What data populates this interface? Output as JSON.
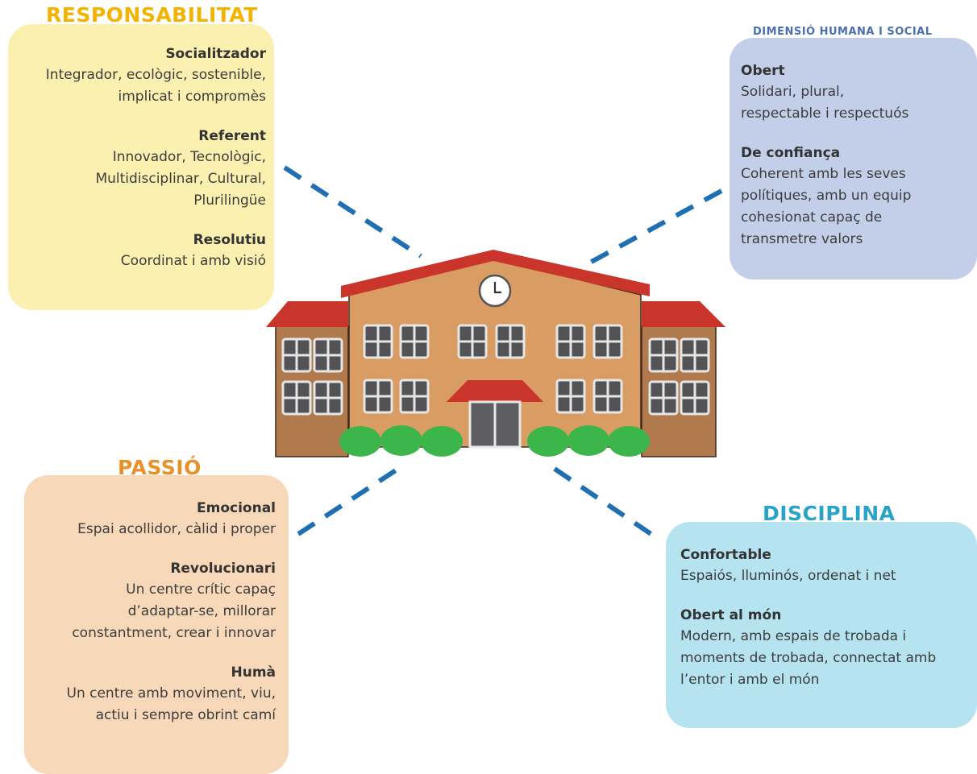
{
  "colors": {
    "responsabilitat_bg": "#fbf0b0",
    "responsabilitat_heading": "#f4b300",
    "dimensio_bg": "#c3cfe8",
    "dimensio_heading": "#4a6fb0",
    "passio_bg": "#f7d8b8",
    "passio_heading": "#e8902a",
    "disciplina_bg": "#b6e3f0",
    "disciplina_heading": "#2aa3c8",
    "connector": "#1f6fb2",
    "roof": "#c9352b",
    "wall": "#d99c62",
    "wing_wall": "#b07a4c",
    "window": "#535356",
    "bush": "#3cb54a",
    "door": "#5d5d62"
  },
  "icons": {
    "building": "school-building-icon",
    "clock": "clock-icon"
  },
  "responsabilitat": {
    "heading": "RESPONSABILITAT",
    "items": [
      {
        "title": "Socialitzador",
        "desc": "Integrador, ecològic, sostenible,\nimplicat i compromès"
      },
      {
        "title": "Referent",
        "desc": "Innovador, Tecnològic,\nMultidisciplinar, Cultural,\nPlurilingüe"
      },
      {
        "title": "Resolutiu",
        "desc": "Coordinat i amb visió"
      }
    ]
  },
  "dimensio": {
    "heading": "DIMENSIÓ HUMANA I SOCIAL",
    "items": [
      {
        "title": "Obert",
        "desc": "Solidari, plural,\nrespectable i respectuós"
      },
      {
        "title": "De confiança",
        "desc": "Coherent amb les seves\npolítiques, amb un equip\ncohesionat capaç de\ntransmetre valors"
      }
    ]
  },
  "passio": {
    "heading": "PASSIÓ",
    "items": [
      {
        "title": "Emocional",
        "desc": "Espai acollidor, càlid i proper"
      },
      {
        "title": "Revolucionari",
        "desc": "Un centre crític capaç\nd’adaptar-se, millorar\nconstantment, crear i innovar"
      },
      {
        "title": "Humà",
        "desc": "Un centre amb moviment, viu,\nactiu i sempre obrint camí"
      }
    ]
  },
  "disciplina": {
    "heading": "DISCIPLINA",
    "items": [
      {
        "title": "Confortable",
        "desc": "Espaiós, lluminós, ordenat i net"
      },
      {
        "title": "Obert al món",
        "desc": "Modern, amb espais de trobada i\nmoments de trobada, connectat amb\nl’entor i amb el món"
      }
    ]
  }
}
